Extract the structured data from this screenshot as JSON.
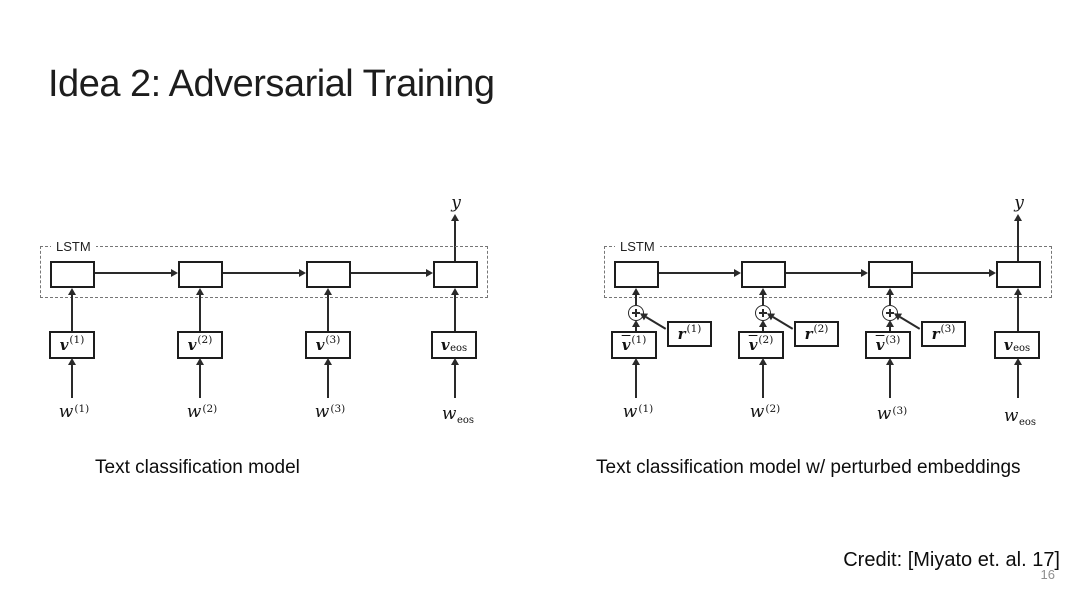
{
  "slide": {
    "title": "Idea 2: Adversarial Training",
    "credit": "Credit: [Miyato et. al. 17]",
    "page_number": "16"
  },
  "left_diagram": {
    "caption": "Text classification model",
    "lstm_label": "LSTM",
    "output_label": "y",
    "columns": [
      {
        "embed": {
          "base": "v",
          "sup": "(1)"
        },
        "word": {
          "base": "w",
          "sup": "(1)"
        }
      },
      {
        "embed": {
          "base": "v",
          "sup": "(2)"
        },
        "word": {
          "base": "w",
          "sup": "(2)"
        }
      },
      {
        "embed": {
          "base": "v",
          "sup": "(3)"
        },
        "word": {
          "base": "w",
          "sup": "(3)"
        }
      },
      {
        "embed": {
          "base": "v",
          "sub": "eos"
        },
        "word": {
          "base": "w",
          "sub": "eos"
        }
      }
    ]
  },
  "right_diagram": {
    "caption": "Text classification model w/ perturbed embeddings",
    "lstm_label": "LSTM",
    "output_label": "y",
    "columns": [
      {
        "embed": {
          "base": "v",
          "bar": true,
          "sup": "(1)"
        },
        "perturbation": {
          "base": "r",
          "sup": "(1)"
        },
        "word": {
          "base": "w",
          "sup": "(1)"
        }
      },
      {
        "embed": {
          "base": "v",
          "bar": true,
          "sup": "(2)"
        },
        "perturbation": {
          "base": "r",
          "sup": "(2)"
        },
        "word": {
          "base": "w",
          "sup": "(2)"
        }
      },
      {
        "embed": {
          "base": "v",
          "bar": true,
          "sup": "(3)"
        },
        "perturbation": {
          "base": "r",
          "sup": "(3)"
        },
        "word": {
          "base": "w",
          "sup": "(3)"
        }
      },
      {
        "embed": {
          "base": "v",
          "sub": "eos"
        },
        "word": {
          "base": "w",
          "sub": "eos"
        }
      }
    ]
  }
}
